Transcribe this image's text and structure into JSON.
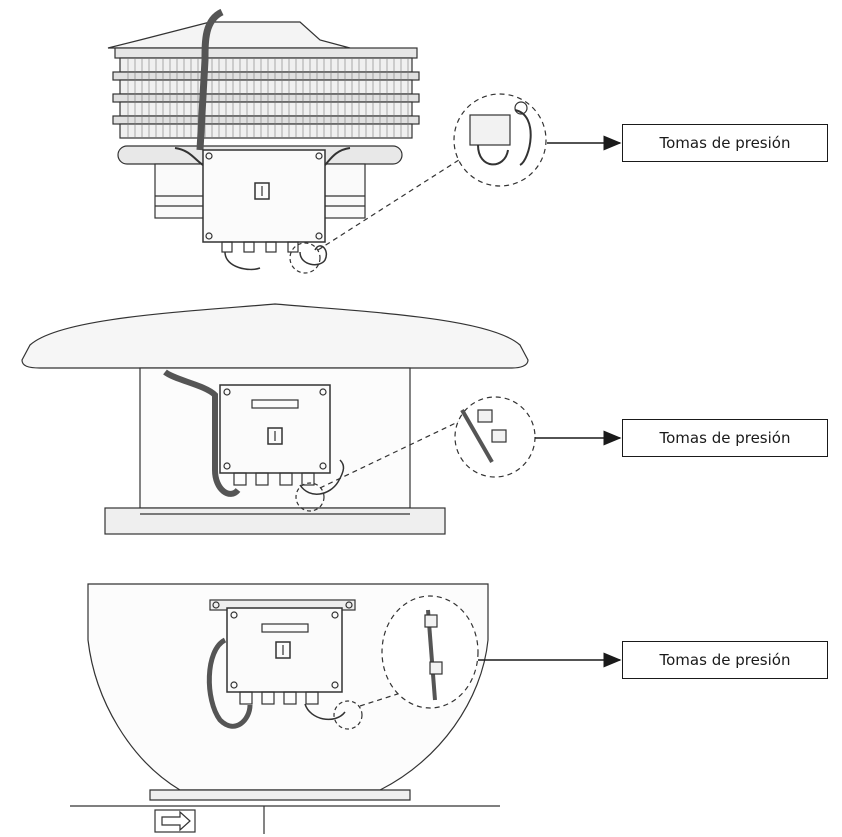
{
  "callouts": [
    {
      "label": "Tomas de presión"
    },
    {
      "label": "Tomas de presión"
    },
    {
      "label": "Tomas de presión"
    }
  ],
  "colors": {
    "line": "#1a1a1a",
    "stroke": "#333333",
    "fill_light": "#f2f2f2",
    "fill_mid": "#d9d9d9"
  }
}
